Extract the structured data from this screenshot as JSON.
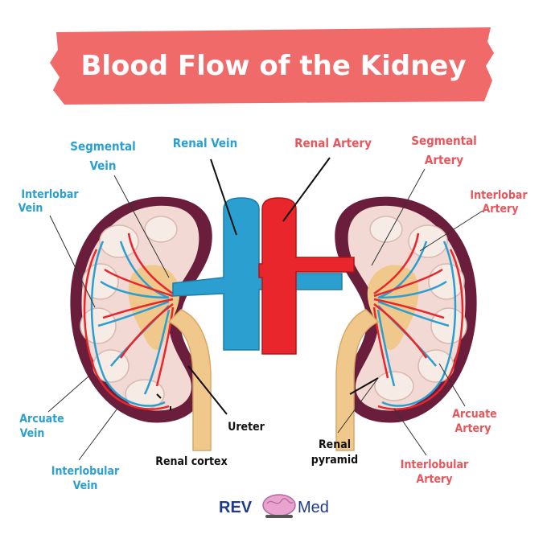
{
  "title": "Blood Flow of the Kidney",
  "labels": {
    "segmental_vein": [
      "Segmental",
      "Vein"
    ],
    "renal_vein": "Renal Vein",
    "renal_artery": "Renal Artery",
    "segmental_artery": [
      "Segmental",
      "Artery"
    ],
    "interlobar_vein": [
      "Interlobar",
      "Vein"
    ],
    "interlobar_artery": [
      "Interlobar",
      "Artery"
    ],
    "arcuate_vein": [
      "Arcuate",
      "Vein"
    ],
    "arcuate_artery": [
      "Arcuate",
      "Artery"
    ],
    "interlobular_vein": [
      "Interlobular",
      "Vein"
    ],
    "interlobular_artery": [
      "Interlobular",
      "Artery"
    ],
    "ureter": "Ureter",
    "renal_cortex": "Renal cortex",
    "renal_pyramid": [
      "Renal",
      "pyramid"
    ]
  },
  "logo": {
    "left": "REV",
    "right": "Med"
  },
  "colors": {
    "banner": "#f06a6a",
    "vein": "#2a9fd0",
    "artery": "#e8262b",
    "vein_label": "#2a9fd0",
    "artery_label": "#e9555a",
    "capsule": "#6b1e3c",
    "cortex": "#f3d9d3",
    "pelvis": "#f1c88c",
    "brand_blue": "#1f3b8c"
  }
}
